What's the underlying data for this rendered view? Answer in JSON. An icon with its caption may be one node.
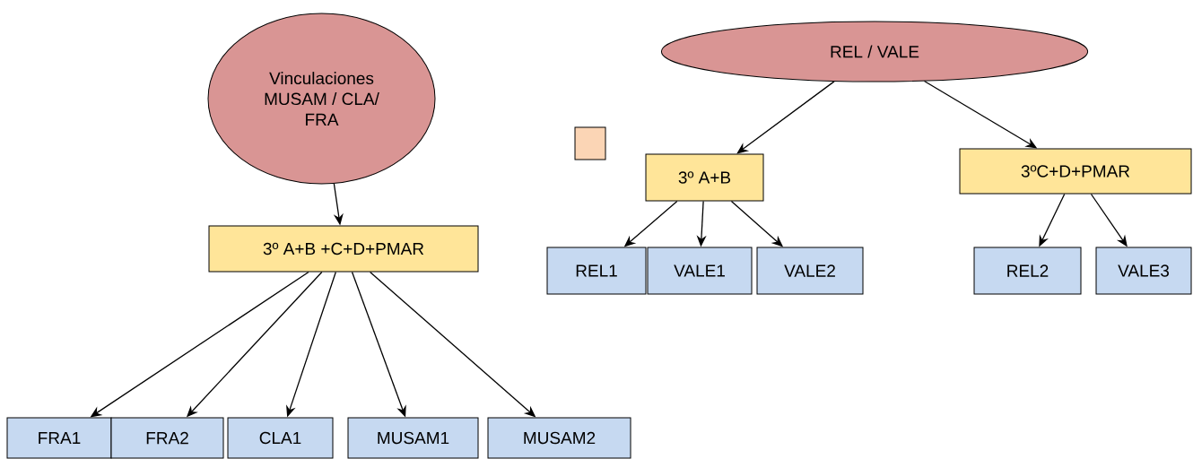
{
  "diagram": {
    "nodes": [
      {
        "text": [
          "Vinculaciones MUSAM / CLA/ FRA"
        ]
      },
      {
        "text": [
          "3º A+B +C+D+PMAR"
        ]
      },
      {
        "text": [
          "FRA1"
        ]
      },
      {
        "text": [
          "FRA2"
        ]
      },
      {
        "text": [
          "CLA1"
        ]
      },
      {
        "text": [
          "MUSAM1"
        ]
      },
      {
        "text": [
          "MUSAM2"
        ]
      },
      {
        "text": [
          "REL / VALE"
        ]
      },
      {
        "text": [],
        "shape": "box"
      },
      {
        "text": [
          "3º A+B"
        ]
      },
      {
        "text": [
          "3ºC+D+PMAR"
        ]
      },
      {
        "text": [
          "REL1"
        ]
      },
      {
        "text": [
          "VALE1"
        ]
      },
      {
        "text": [
          "VALE2"
        ]
      },
      {
        "text": [
          "REL2"
        ]
      },
      {
        "text": [
          "VALE3"
        ]
      }
    ],
    "edges": [
      {
        "from": 0,
        "to": 1,
        "arrow": "to"
      },
      {
        "from": 1,
        "to": 2,
        "arrow": "to"
      },
      {
        "from": 1,
        "to": 3,
        "arrow": "to"
      },
      {
        "from": 1,
        "to": 4,
        "arrow": "to"
      },
      {
        "from": 1,
        "to": 5,
        "arrow": "to"
      },
      {
        "from": 1,
        "to": 6,
        "arrow": "to"
      },
      {
        "from": 7,
        "to": 9,
        "arrow": "to"
      },
      {
        "from": 7,
        "to": 10,
        "arrow": "to"
      },
      {
        "from": 9,
        "to": 11,
        "arrow": "to"
      },
      {
        "from": 9,
        "to": 12,
        "arrow": "to"
      },
      {
        "from": 9,
        "to": 13,
        "arrow": "to"
      },
      {
        "from": 10,
        "to": 14,
        "arrow": "to"
      },
      {
        "from": 10,
        "to": 15,
        "arrow": "to"
      }
    ]
  }
}
